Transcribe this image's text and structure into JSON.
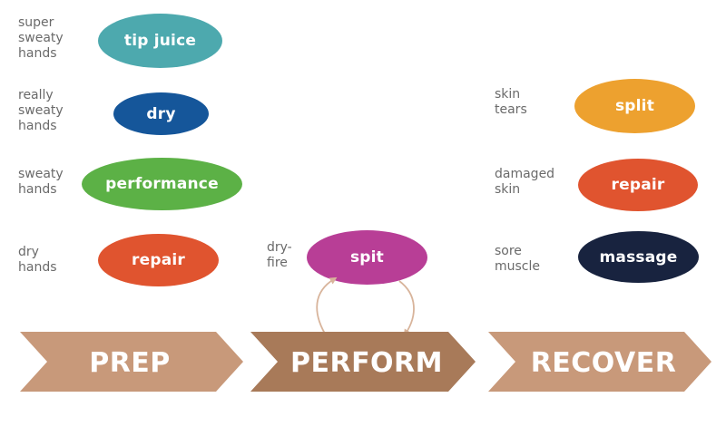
{
  "colors": {
    "teal": "#4da9ae",
    "navy_blue": "#15569a",
    "green": "#5cb146",
    "orange_red": "#e0542f",
    "magenta": "#b83e96",
    "amber": "#eda12f",
    "dark_navy": "#18233f",
    "chevron_tan": "#c8997a",
    "chevron_brown": "#a87a59",
    "loop_arrow": "#d8b49b"
  },
  "prep": {
    "conditions": [
      {
        "label": "super\nsweaty\nhands",
        "product": "tip juice",
        "color": "#4da9ae"
      },
      {
        "label": "really\nsweaty\nhands",
        "product": "dry",
        "color": "#15569a"
      },
      {
        "label": "sweaty\nhands",
        "product": "performance",
        "color": "#5cb146"
      },
      {
        "label": "dry\nhands",
        "product": "repair",
        "color": "#e0542f"
      }
    ]
  },
  "perform": {
    "conditions": [
      {
        "label": "dry-\nfire",
        "product": "spit",
        "color": "#b83e96"
      }
    ]
  },
  "recover": {
    "conditions": [
      {
        "label": "skin\ntears",
        "product": "split",
        "color": "#eda12f"
      },
      {
        "label": "damaged\nskin",
        "product": "repair",
        "color": "#e0542f"
      },
      {
        "label": "sore\nmuscle",
        "product": "massage",
        "color": "#18233f"
      }
    ]
  },
  "stages": [
    "PREP",
    "PERFORM",
    "RECOVER"
  ]
}
